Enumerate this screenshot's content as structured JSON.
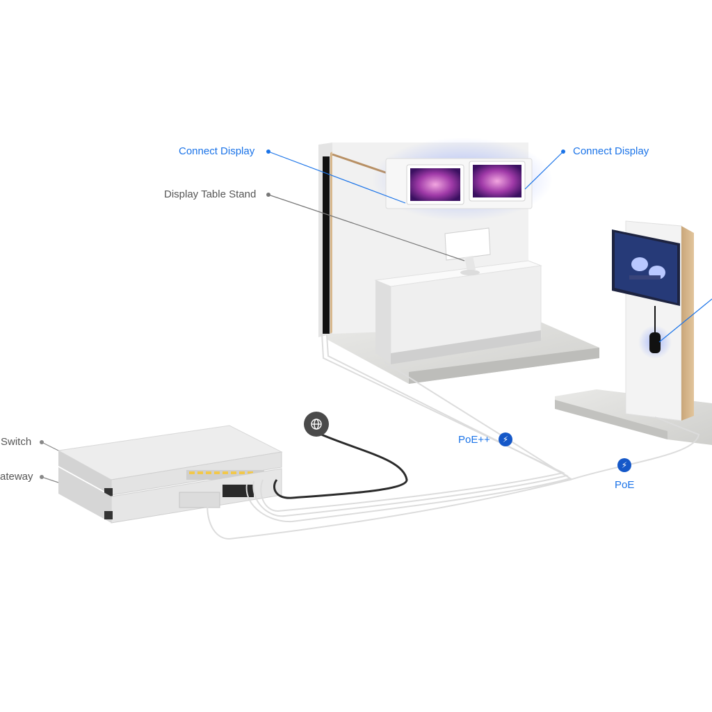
{
  "labels": {
    "connect_display_left": "Connect Display",
    "connect_display_right": "Connect Display",
    "display_table_stand": "Display Table Stand",
    "switch": "Switch",
    "gateway": "ateway",
    "poe_plus_plus": "PoE++",
    "poe": "PoE"
  },
  "colors": {
    "accent": "#1a73e8",
    "label_grey": "#555555",
    "badge_blue": "#1558c8"
  },
  "icons": {
    "poe_badge": "lightning-bolt-icon",
    "internet": "globe-icon"
  }
}
